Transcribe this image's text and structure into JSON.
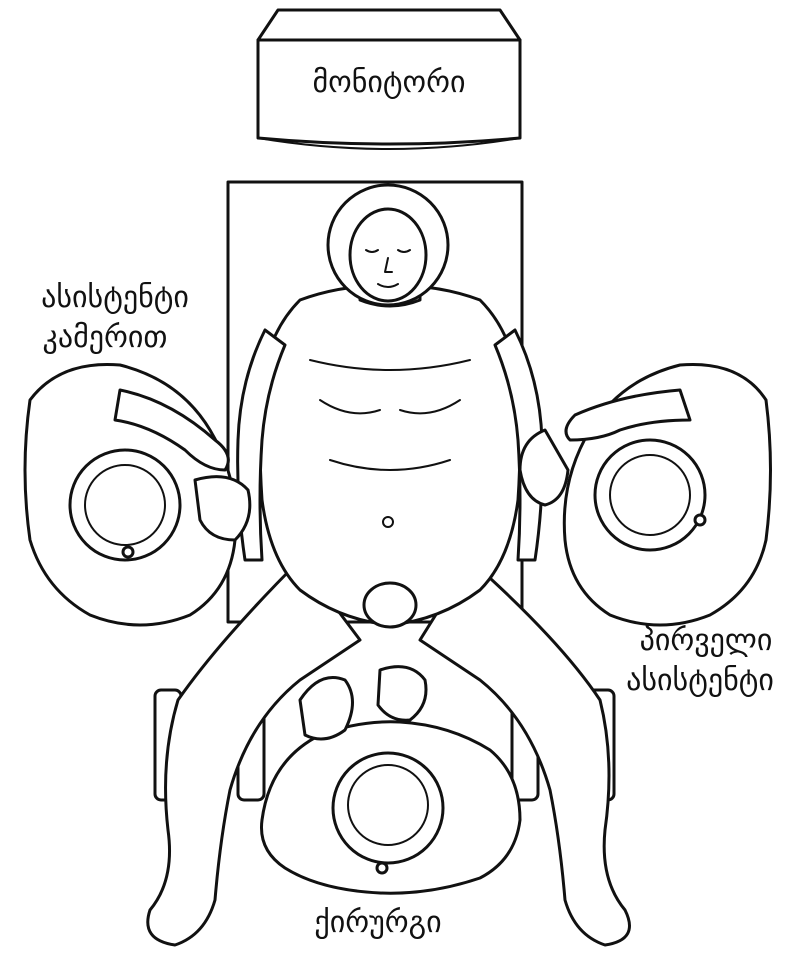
{
  "labels": {
    "monitor": "მონიტორი",
    "camera_assistant_line1": "ასისტენტი",
    "camera_assistant_line2": "კამერით",
    "first_assistant_line1": "პირველი",
    "first_assistant_line2": "ასისტენტი",
    "surgeon": "ქირურგი"
  },
  "colors": {
    "line": "#111111",
    "background": "#ffffff"
  }
}
